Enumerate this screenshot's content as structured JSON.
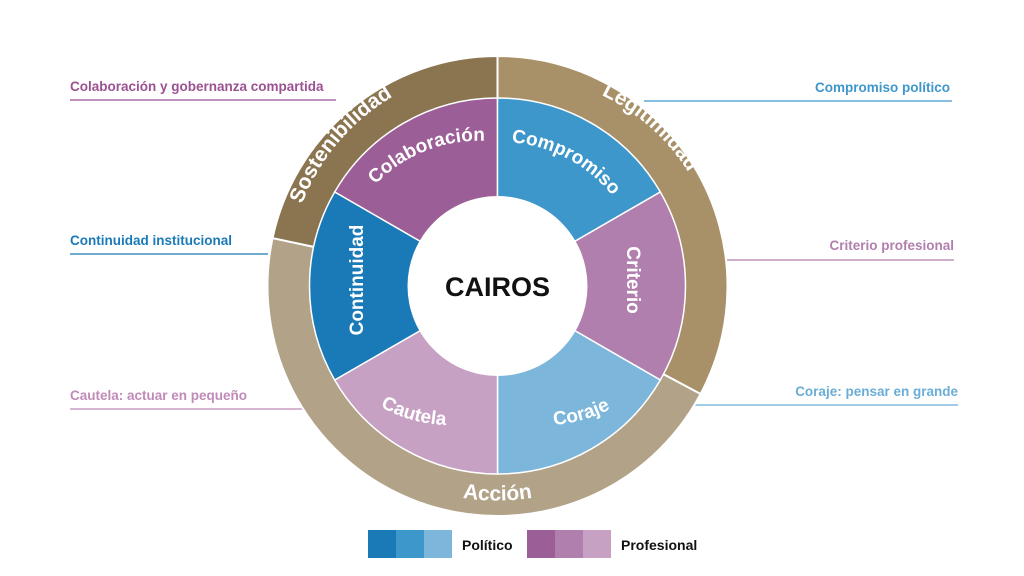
{
  "center": {
    "label": "CAIROS"
  },
  "colors": {
    "blue1": "#1a7ab8",
    "blue2": "#3e97cb",
    "blue3": "#7cb7db",
    "purple1": "#9b5e97",
    "purple2": "#b17fae",
    "purple3": "#c6a1c3",
    "ring_sost": "#8a7550",
    "ring_leg": "#a89168",
    "ring_acc": "#b2a288",
    "label_purple_dark": "#9b5192",
    "label_purple_light": "#c08ab9",
    "label_blue_dark": "#1a7ab8",
    "label_blue_light": "#6aaed6"
  },
  "outer_ring": [
    {
      "label": "Sostenibilidad",
      "start": 282,
      "end": 0,
      "color": "#8a7550"
    },
    {
      "label": "Legitimidad",
      "start": 0,
      "end": 118,
      "color": "#a89168"
    },
    {
      "label": "Acción",
      "start": 118,
      "end": 282,
      "color": "#b2a288"
    }
  ],
  "segments": [
    {
      "label": "Colaboración",
      "start": 300,
      "end": 360,
      "color": "#9b5e97",
      "group": "Profesional"
    },
    {
      "label": "Compromiso",
      "start": 0,
      "end": 60,
      "color": "#3e97cb",
      "group": "Político"
    },
    {
      "label": "Criterio",
      "start": 60,
      "end": 120,
      "color": "#b17fae",
      "group": "Profesional"
    },
    {
      "label": "Coraje",
      "start": 120,
      "end": 180,
      "color": "#7cb7db",
      "group": "Político"
    },
    {
      "label": "Cautela",
      "start": 180,
      "end": 240,
      "color": "#c6a1c3",
      "group": "Profesional"
    },
    {
      "label": "Continuidad",
      "start": 240,
      "end": 300,
      "color": "#1a7ab8",
      "group": "Político"
    }
  ],
  "side_labels": {
    "colaboracion": "Colaboración y gobernanza compartida",
    "continuidad": "Continuidad institucional",
    "cautela": "Cautela: actuar en pequeño",
    "compromiso": "Compromiso político",
    "criterio": "Criterio profesional",
    "coraje": "Coraje: pensar en grande"
  },
  "legend": {
    "politico": {
      "label": "Político",
      "colors": [
        "#1a7ab8",
        "#3e97cb",
        "#7cb7db"
      ]
    },
    "profesional": {
      "label": "Profesional",
      "colors": [
        "#9b5e97",
        "#b17fae",
        "#c6a1c3"
      ]
    }
  }
}
